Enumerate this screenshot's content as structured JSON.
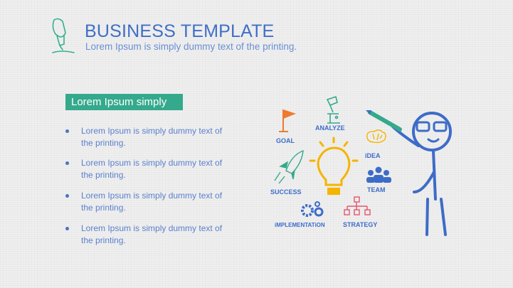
{
  "header": {
    "title": "BUSINESS TEMPLATE",
    "subtitle": "Lorem Ipsum is simply dummy text of the printing.",
    "icon": "pen-icon"
  },
  "section": {
    "heading": "Lorem Ipsum simply"
  },
  "bullets": [
    {
      "text": "Lorem Ipsum is simply dummy text of the printing."
    },
    {
      "text": "Lorem Ipsum is simply dummy text of the printing."
    },
    {
      "text": "Lorem Ipsum is simply dummy text of the printing."
    },
    {
      "text": "Lorem Ipsum is simply dummy text of the printing."
    }
  ],
  "illustration": {
    "labels": {
      "goal": "GOAL",
      "analyze": "ANALYZE",
      "idea": "iDEA",
      "success": "SUCCESS",
      "team": "TEAM",
      "implementation": "iMPLEMENTATiON",
      "strategy": "STRATEGY"
    }
  },
  "colors": {
    "accent": "#35a98c",
    "title": "#3f6fc6",
    "figure": "#3d6cc8",
    "bulb": "#f5b400",
    "goal": "#ef7a2e",
    "strategy": "#e5556b"
  }
}
